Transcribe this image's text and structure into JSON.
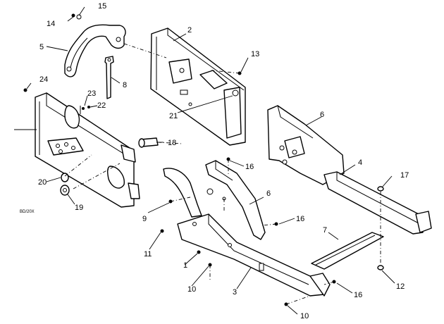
{
  "diagram": {
    "callouts": [
      "15",
      "14",
      "5",
      "2",
      "13",
      "8",
      "24",
      "23",
      "22",
      "21",
      "18",
      "6",
      "16",
      "4",
      "17",
      "20",
      "19",
      "9",
      "7",
      "11",
      "1",
      "10",
      "3",
      "12"
    ],
    "image_code": "BD/20X"
  }
}
